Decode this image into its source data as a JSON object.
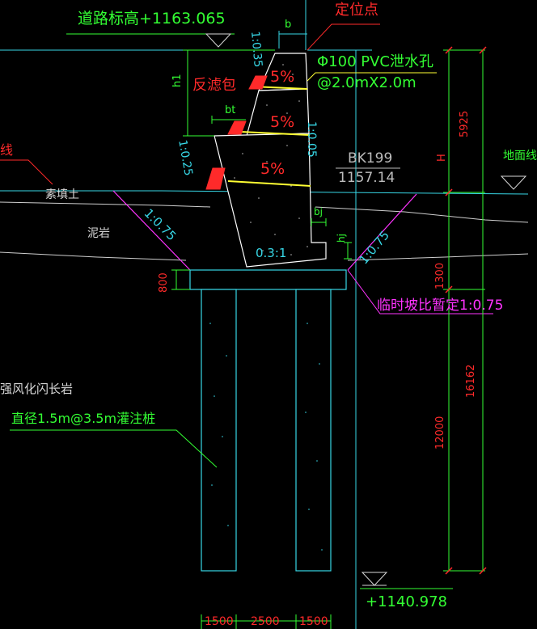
{
  "labels": {
    "road_elevation": "道路标高+1163.065",
    "locating_point": "定位点",
    "pvc_drain": "Φ100 PVC泄水孔",
    "pvc_spacing": "@2.0mX2.0m",
    "filter_bag": "反滤包",
    "station": "BK199",
    "station_elev": "1157.14",
    "fill_soil": "素填土",
    "mudstone": "泥岩",
    "base_slope": "0.3:1",
    "temp_slope": "临时坡比暂定1:0.75",
    "weathered_rock": "强风化闪长岩",
    "pile_spec": "直径1.5m@3.5m灌注桩",
    "bottom_elev": "+1140.978",
    "ground_line": "地面线",
    "line_fragment": "线"
  },
  "slopes": {
    "top_face": "1:0.35",
    "back_face": "1:0.25",
    "front_face": "1:0.05",
    "excavation_left": "1:0.75",
    "excavation_right": "1:0.75"
  },
  "symbols": {
    "b": "b",
    "bt": "bt",
    "bj": "bj",
    "hj": "hj",
    "h1": "h1",
    "H": "H",
    "drain_gradient": "5%"
  },
  "dimensions": {
    "top_height": "5925",
    "cap_height": "1300",
    "pile_length": "12000",
    "total": "16162",
    "cap_thickness": "800",
    "pile_dia_left": "1500",
    "pile_gap": "2500",
    "pile_dia_right": "1500"
  },
  "colors": {
    "cad_green": "#33ff33",
    "cad_red": "#ff2a2a",
    "cad_cyan": "#37d7e6",
    "cad_white": "#d8d8d8",
    "cad_magenta": "#ff33ff",
    "cad_yellow": "#ffff33",
    "background": "#000000"
  }
}
